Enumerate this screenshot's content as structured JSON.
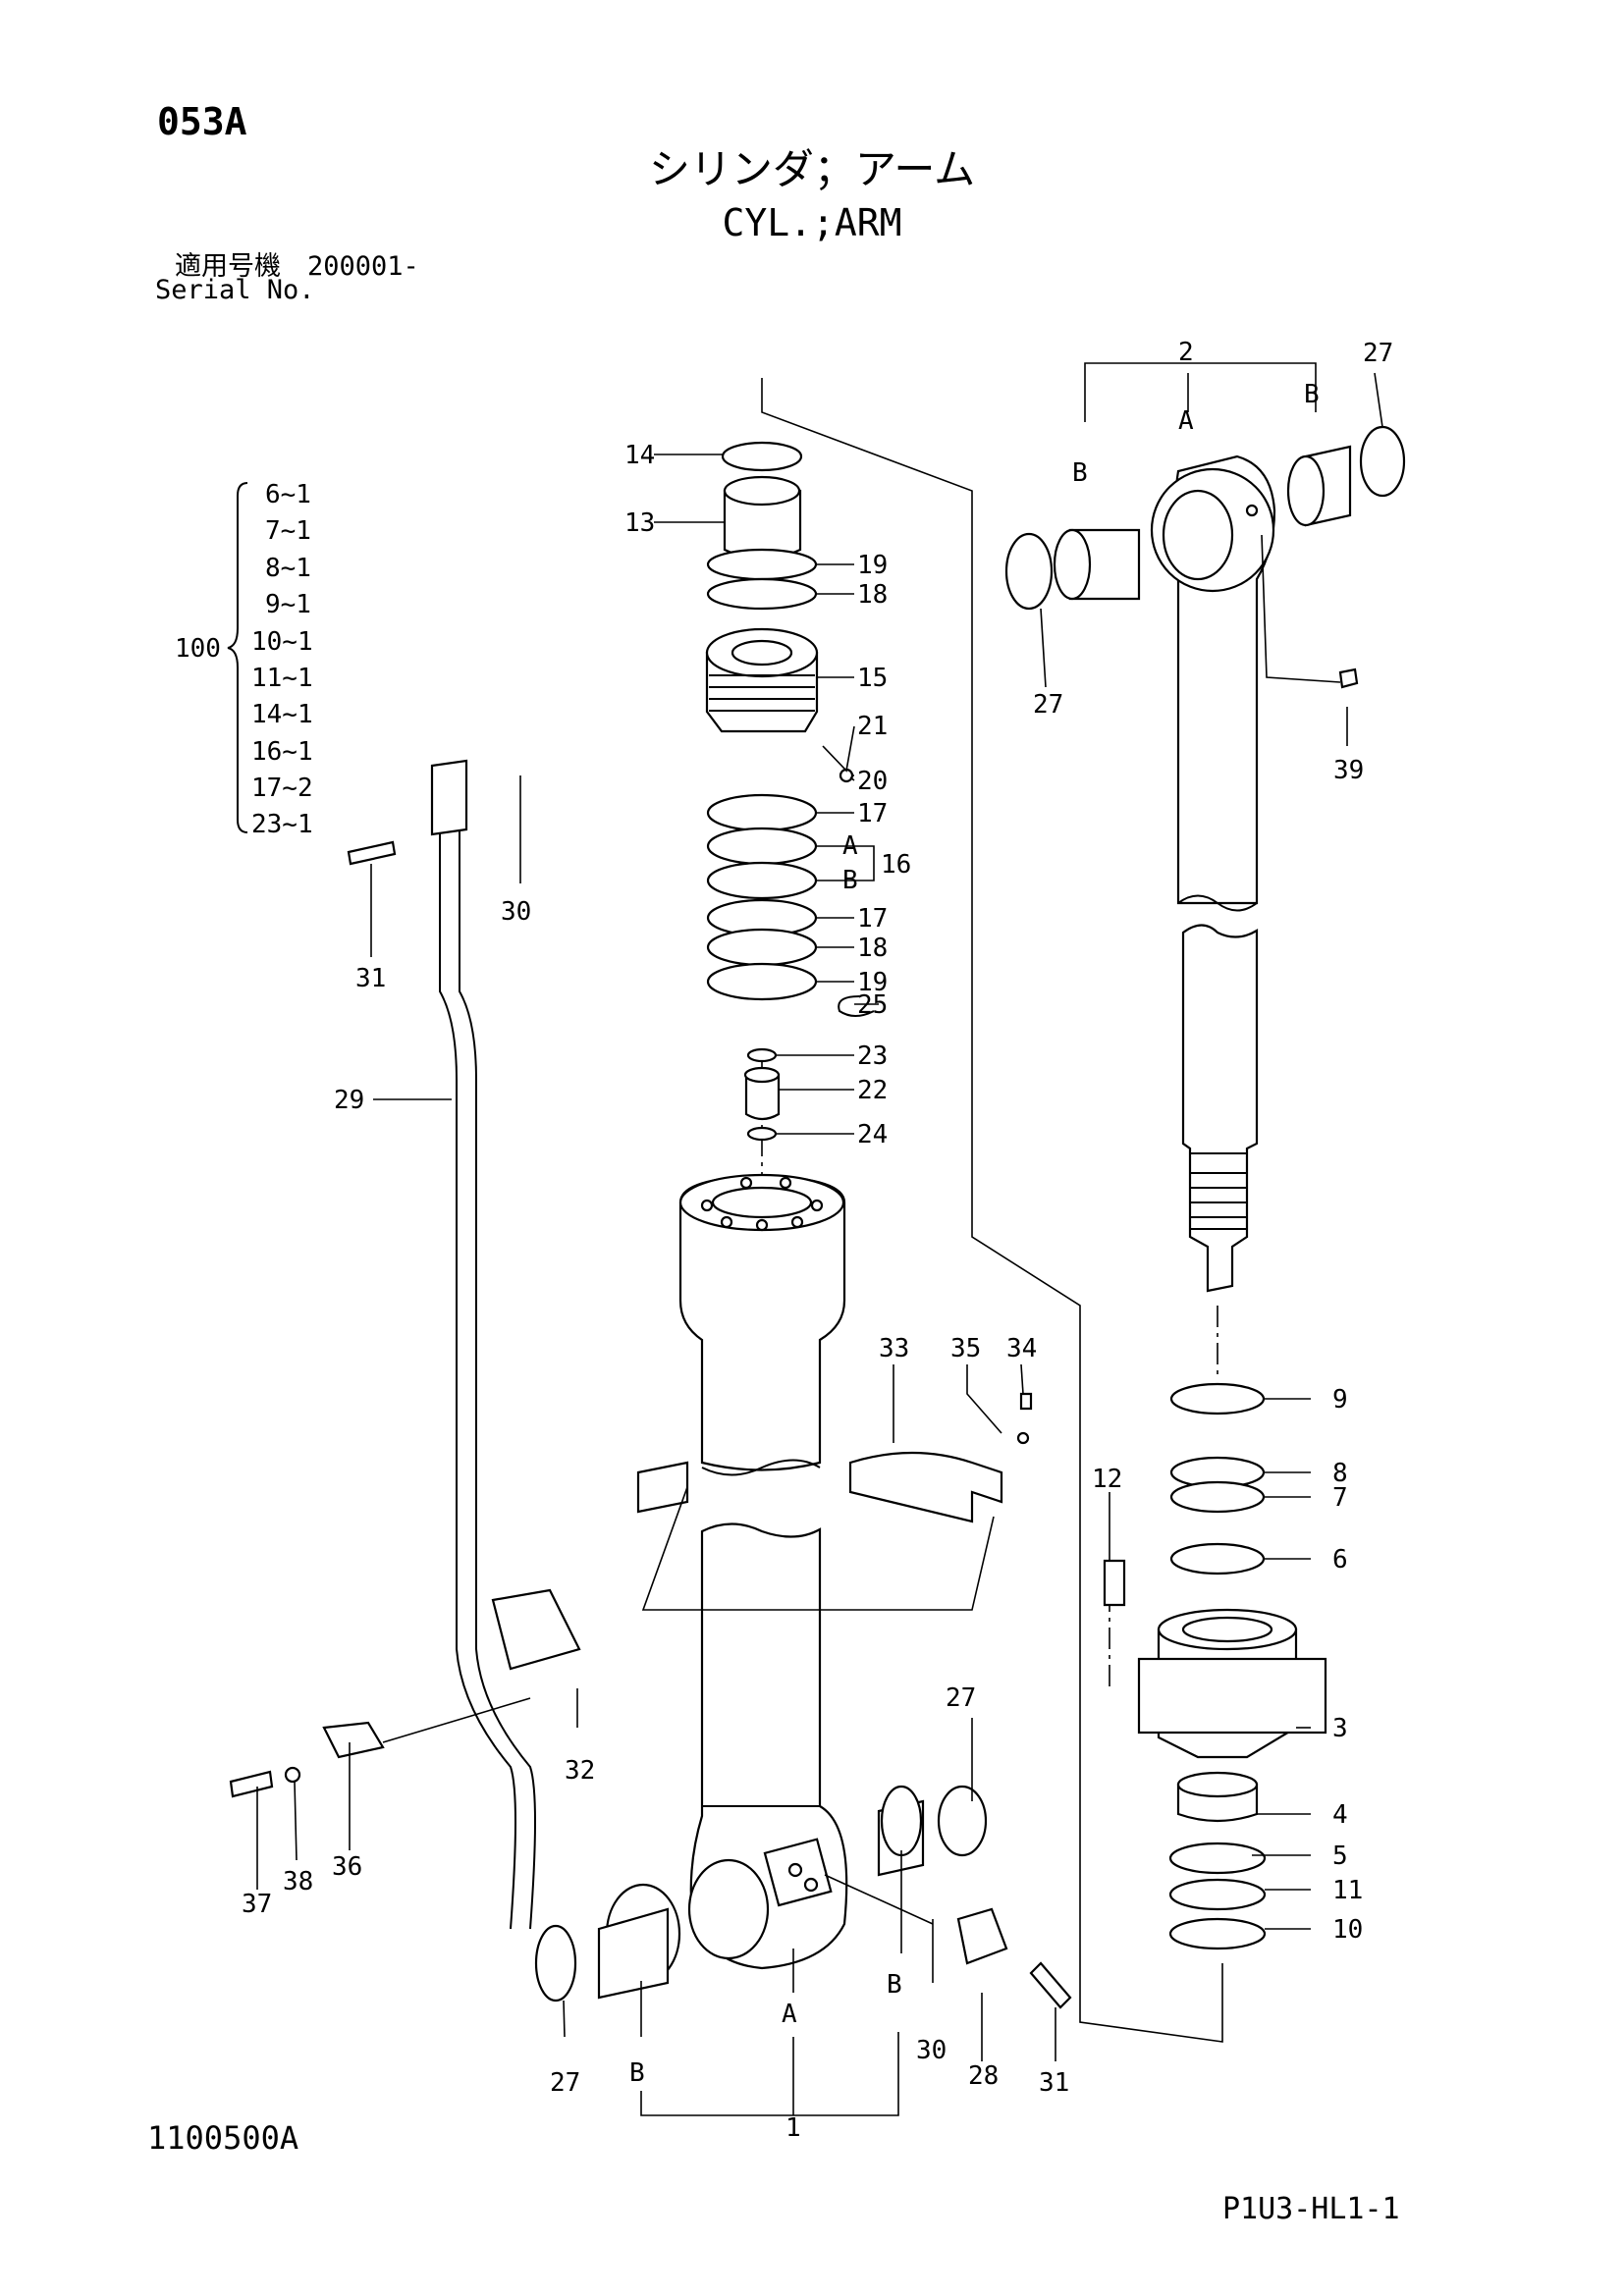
{
  "header": {
    "page_code": "053A",
    "title_jp": "シリンダ；アーム",
    "title_en": "CYL.;ARM",
    "serial_label_jp": "適用号機　200001-",
    "serial_label_en": "Serial No."
  },
  "footer": {
    "figure_number": "1100500A",
    "page_reference": "P1U3-HL1-1"
  },
  "kit": {
    "number": "100",
    "items": [
      "6~1",
      "7~1",
      "8~1",
      "9~1",
      "10~1",
      "11~1",
      "14~1",
      "16~1",
      "17~2",
      "23~1"
    ]
  },
  "callouts": {
    "c1": "1",
    "c2": "2",
    "c3": "3",
    "c4": "4",
    "c5": "5",
    "c6": "6",
    "c7": "7",
    "c8": "8",
    "c9": "9",
    "c10": "10",
    "c11": "11",
    "c12": "12",
    "c13": "13",
    "c14": "14",
    "c15": "15",
    "c16": "16",
    "c17a": "17",
    "c17b": "17",
    "c18a": "18",
    "c18b": "18",
    "c19a": "19",
    "c19b": "19",
    "c20": "20",
    "c21": "21",
    "c22": "22",
    "c23": "23",
    "c24": "24",
    "c25": "25",
    "c27a": "27",
    "c27b": "27",
    "c27c": "27",
    "c27d": "27",
    "c28": "28",
    "c29": "29",
    "c30a": "30",
    "c30b": "30",
    "c31a": "31",
    "c31b": "31",
    "c32": "32",
    "c33": "33",
    "c34": "34",
    "c35": "35",
    "c36": "36",
    "c37": "37",
    "c38": "38",
    "c39": "39"
  },
  "markers": {
    "top_a": "A",
    "top_b1": "B",
    "top_b2": "B",
    "p16_a": "A",
    "p16_b": "B",
    "bot_a": "A",
    "bot_b1": "B",
    "bot_b2": "B"
  }
}
